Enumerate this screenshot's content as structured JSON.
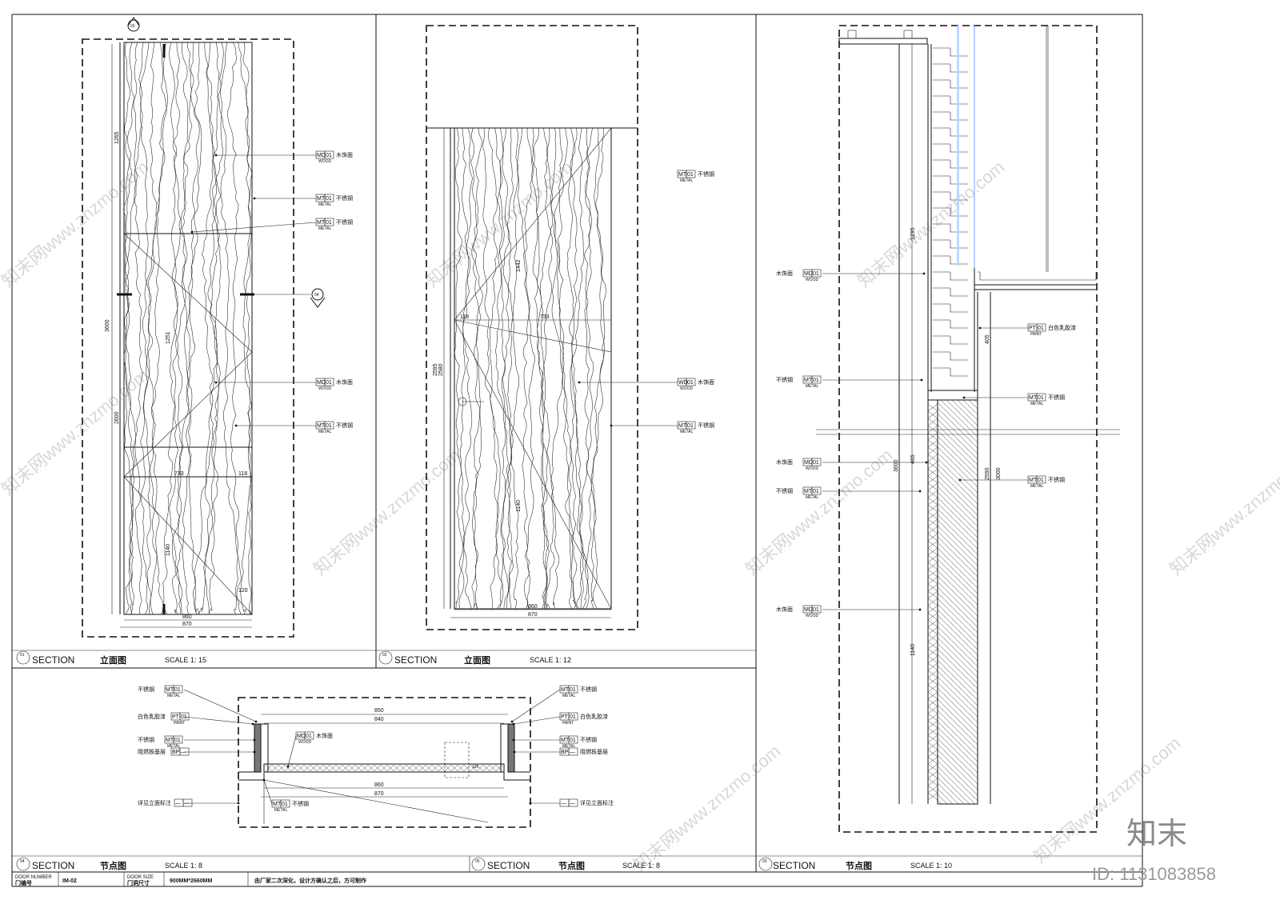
{
  "sheet": {
    "footer": {
      "door_number_label_en": "DOOR NUMBER",
      "door_number_label_cn": "门编号",
      "door_number_value": "IM-02",
      "door_size_label_en": "DOOR SIZE",
      "door_size_label_cn": "门洞尺寸",
      "door_size_value": "900MM*2660MM",
      "note": "由厂家二次深化，设计方确认之后，方可制作"
    },
    "watermark": {
      "logo": "知末",
      "id": "ID: 1131083858",
      "site_text": "知末网www.znzmo.com"
    }
  },
  "panels": [
    {
      "number": "01",
      "section_label": "SECTION",
      "title_cn": "立面图",
      "scale": "SCALE 1: 15",
      "section_marks": [
        "03",
        "04"
      ],
      "dims": [
        "1265",
        "3600",
        "1251",
        "2600",
        "733",
        "118",
        "1140",
        "120",
        "860",
        "870"
      ],
      "callouts": [
        {
          "code": "MD",
          "num": "01",
          "sub": "WOOD",
          "text": "木饰面"
        },
        {
          "code": "MT",
          "num": "01",
          "sub": "METAL",
          "text": "不锈钢"
        },
        {
          "code": "MT",
          "num": "01",
          "sub": "METAL",
          "text": "不锈钢"
        },
        {
          "code": "MD",
          "num": "01",
          "sub": "WOOD",
          "text": "木饰面"
        },
        {
          "code": "MT",
          "num": "01",
          "sub": "METAL",
          "text": "不锈钢"
        }
      ]
    },
    {
      "number": "02",
      "section_label": "SECTION",
      "title_cn": "立面图",
      "scale": "SCALE 1: 12",
      "dims": [
        "2595",
        "2580",
        "118",
        "733",
        "1442",
        "1140",
        "860",
        "870"
      ],
      "callouts": [
        {
          "code": "MT",
          "num": "01",
          "sub": "METAL",
          "text": "不锈钢"
        },
        {
          "code": "WD",
          "num": "01",
          "sub": "WOOD",
          "text": "木饰面"
        },
        {
          "code": "MT",
          "num": "01",
          "sub": "METAL",
          "text": "不锈钢"
        }
      ]
    },
    {
      "number": "03",
      "section_label": "SECTION",
      "title_cn": "节点图",
      "scale": "SCALE 1: 10",
      "dims": [
        "1295",
        "405",
        "465",
        "3600",
        "2590",
        "3000",
        "1140"
      ],
      "callouts_left": [
        {
          "code": "MD",
          "num": "01",
          "sub": "WOOD",
          "text": "木饰面"
        },
        {
          "code": "MT",
          "num": "01",
          "sub": "METAL",
          "text": "不锈钢"
        },
        {
          "code": "MD",
          "num": "01",
          "sub": "WOOD",
          "text": "木饰面"
        },
        {
          "code": "MT",
          "num": "01",
          "sub": "METAL",
          "text": "不锈钢"
        },
        {
          "code": "MD",
          "num": "01",
          "sub": "WOOD",
          "text": "木饰面"
        }
      ],
      "callouts_right": [
        {
          "code": "PT",
          "num": "01",
          "sub": "PAINT",
          "text": "白色乳胶漆"
        },
        {
          "code": "MT",
          "num": "01",
          "sub": "METAL",
          "text": "不锈钢"
        },
        {
          "code": "MT",
          "num": "01",
          "sub": "METAL",
          "text": "不锈钢"
        }
      ]
    },
    {
      "number": "04",
      "section_label": "SECTION",
      "title_cn": "节点图",
      "scale": "SCALE 1: 8",
      "dims": [
        "850",
        "840",
        "860",
        "870",
        "120"
      ],
      "callouts_left": [
        {
          "code": "MT",
          "num": "01",
          "sub": "METAL",
          "text": "不锈钢"
        },
        {
          "code": "PT",
          "num": "01",
          "sub": "PAINT",
          "text": "白色乳胶漆"
        },
        {
          "code": "MT",
          "num": "01",
          "sub": "METAL",
          "text": "不锈钢"
        },
        {
          "code": "BP",
          "num": "—",
          "sub": "",
          "text": "阻燃板基层"
        },
        {
          "code": "—",
          "num": "—",
          "sub": "",
          "text": "详见立面标注"
        }
      ],
      "callouts_right": [
        {
          "code": "MT",
          "num": "01",
          "sub": "METAL",
          "text": "不锈钢"
        },
        {
          "code": "PT",
          "num": "01",
          "sub": "PAINT",
          "text": "白色乳胶漆"
        },
        {
          "code": "MT",
          "num": "01",
          "sub": "METAL",
          "text": "不锈钢"
        },
        {
          "code": "BP",
          "num": "—",
          "sub": "",
          "text": "阻燃板基层"
        },
        {
          "code": "—",
          "num": "—",
          "sub": "",
          "text": "详见立面标注"
        }
      ],
      "callouts_mid": [
        {
          "code": "MD",
          "num": "01",
          "sub": "WOOD",
          "text": "木饰面"
        },
        {
          "code": "MT",
          "num": "01",
          "sub": "METAL",
          "text": "不锈钢"
        }
      ]
    },
    {
      "number": "05",
      "section_label": "SECTION",
      "title_cn": "节点图",
      "scale": "SCALE 1: 8"
    }
  ]
}
